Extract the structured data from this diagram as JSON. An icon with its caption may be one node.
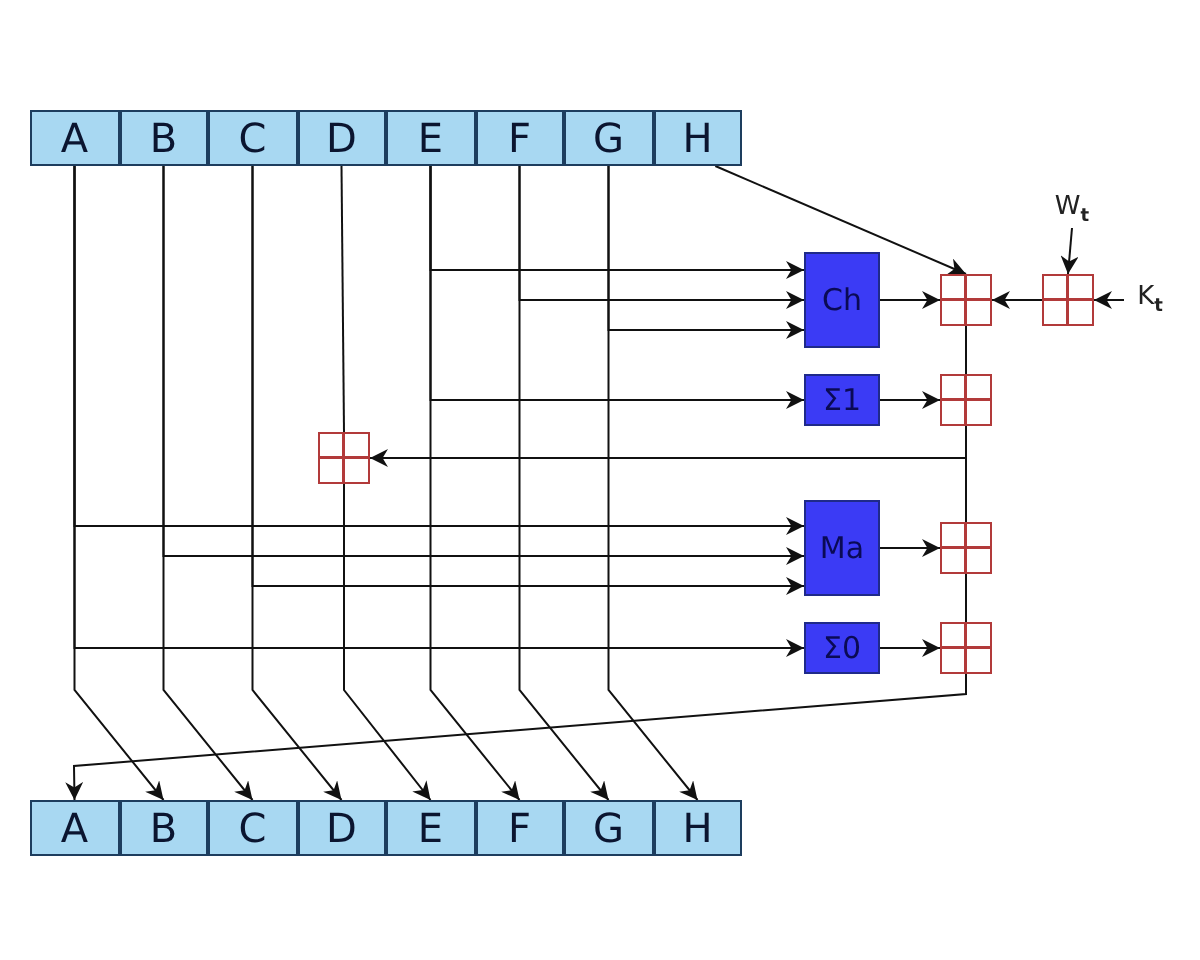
{
  "diagram": {
    "nodes": [
      {
        "text": [
          "A"
        ]
      },
      {
        "text": [
          "B"
        ]
      },
      {
        "text": [
          "C"
        ]
      },
      {
        "text": [
          "D"
        ]
      },
      {
        "text": [
          "E"
        ]
      },
      {
        "text": [
          "F"
        ]
      },
      {
        "text": [
          "G"
        ]
      },
      {
        "text": [
          "H"
        ]
      },
      {
        "text": [
          "A"
        ]
      },
      {
        "text": [
          "B"
        ]
      },
      {
        "text": [
          "C"
        ]
      },
      {
        "text": [
          "D"
        ]
      },
      {
        "text": [
          "E"
        ]
      },
      {
        "text": [
          "F"
        ]
      },
      {
        "text": [
          "G"
        ]
      },
      {
        "text": [
          "H"
        ]
      },
      {
        "text": [
          "Ch"
        ]
      },
      {
        "text": [
          "Σ1"
        ]
      },
      {
        "text": [
          "Ma"
        ]
      },
      {
        "text": [
          "Σ0"
        ]
      },
      {
        "text": [],
        "shape": "box"
      },
      {
        "text": [],
        "shape": "box"
      },
      {
        "text": [],
        "shape": "box"
      },
      {
        "text": [],
        "shape": "box"
      },
      {
        "text": [],
        "shape": "box"
      },
      {
        "text": [],
        "shape": "box"
      },
      {
        "text": [
          "W$_{t}$"
        ]
      },
      {
        "text": [
          "K$_{t}$"
        ]
      }
    ],
    "edges": [
      {
        "from": 7,
        "to": 20,
        "arrow": "to"
      },
      {
        "from": 4,
        "to": 16,
        "arrow": "to"
      },
      {
        "from": 5,
        "to": 16,
        "arrow": "to"
      },
      {
        "from": 6,
        "to": 16,
        "arrow": "to"
      },
      {
        "from": 4,
        "to": 17,
        "arrow": "to"
      },
      {
        "from": 16,
        "to": 20,
        "arrow": "to"
      },
      {
        "from": 21,
        "to": 20,
        "arrow": "to"
      },
      {
        "from": 26,
        "to": 21,
        "arrow": "to"
      },
      {
        "from": 27,
        "to": 21,
        "arrow": "to"
      },
      {
        "from": 17,
        "to": 22,
        "arrow": "to"
      },
      {
        "from": 20,
        "to": 22,
        "arrow": "none"
      },
      {
        "from": 22,
        "to": 23,
        "arrow": "to"
      },
      {
        "from": 22,
        "to": 24,
        "arrow": "none"
      },
      {
        "from": 18,
        "to": 24,
        "arrow": "to"
      },
      {
        "from": 24,
        "to": 25,
        "arrow": "none"
      },
      {
        "from": 19,
        "to": 25,
        "arrow": "to"
      },
      {
        "from": 25,
        "to": 8,
        "arrow": "to"
      },
      {
        "from": 0,
        "to": 18,
        "arrow": "to"
      },
      {
        "from": 1,
        "to": 18,
        "arrow": "to"
      },
      {
        "from": 2,
        "to": 18,
        "arrow": "to"
      },
      {
        "from": 0,
        "to": 19,
        "arrow": "to"
      },
      {
        "from": 0,
        "to": 9,
        "arrow": "to"
      },
      {
        "from": 1,
        "to": 10,
        "arrow": "to"
      },
      {
        "from": 2,
        "to": 11,
        "arrow": "to"
      },
      {
        "from": 3,
        "to": 23,
        "arrow": "none"
      },
      {
        "from": 23,
        "to": 12,
        "arrow": "to"
      },
      {
        "from": 4,
        "to": 13,
        "arrow": "to"
      },
      {
        "from": 5,
        "to": 14,
        "arrow": "to"
      },
      {
        "from": 6,
        "to": 15,
        "arrow": "to"
      }
    ]
  }
}
